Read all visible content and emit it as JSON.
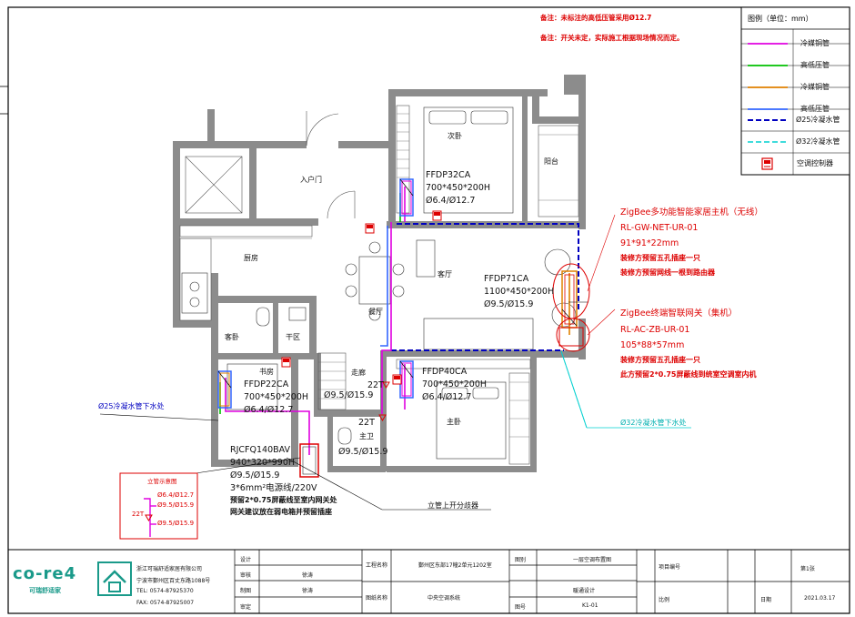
{
  "notes": {
    "line1": "备注：未标注的高低压管采用Ø12.7",
    "line2": "备注：开关未定，实际施工根据现场情况而定。"
  },
  "legend": {
    "title": "图例（单位：mm）",
    "items": [
      {
        "label": "冷媒铜管",
        "color": "#e000e0",
        "style": "solid"
      },
      {
        "label": "高低压管",
        "color": "#00c000",
        "style": "solid"
      },
      {
        "label": "冷媒铜管",
        "color": "#e08000",
        "style": "solid"
      },
      {
        "label": "高低压管",
        "color": "#3366ff",
        "style": "solid"
      },
      {
        "label": "Ø25冷凝水管",
        "color": "#0000c0",
        "style": "dashed"
      },
      {
        "label": "Ø32冷凝水管",
        "color": "#00d0d0",
        "style": "dashed"
      },
      {
        "label": "空调控制器",
        "color": "#d00000",
        "style": "icon"
      }
    ]
  },
  "rooms": {
    "entrance": "入户门",
    "bedroom_top": "次卧",
    "balcony": "阳台",
    "kitchen": "厨房",
    "living": "客厅",
    "dining": "餐厅",
    "guest": "客卧",
    "bath_small": "干区",
    "study": "书房",
    "corridor": "走廊",
    "master": "主卧",
    "master_bath": "主卫"
  },
  "units": {
    "u32": {
      "model": "FFDP32CA",
      "size": "700*450*200H",
      "pipe": "Ø6.4/Ø12.7"
    },
    "u71": {
      "model": "FFDP71CA",
      "size": "1100*450*200H",
      "pipe": "Ø9.5/Ø15.9"
    },
    "u40": {
      "model": "FFDP40CA",
      "size": "700*450*200H",
      "pipe": "Ø6.4/Ø12.7"
    },
    "u22": {
      "model": "FFDP22CA",
      "size": "700*450*200H",
      "pipe": "Ø6.4/Ø12.7"
    }
  },
  "pipe_labels": {
    "a": "Ø9.5/Ø15.9",
    "b": "Ø9.5/Ø15.9",
    "t1": "22T",
    "t2": "22T"
  },
  "outdoor": {
    "model": "RJCFQ140BAV",
    "size": "940*320*990H",
    "pipe": "Ø9.5/Ø15.9",
    "power": "3*6mm²电源线/220V",
    "note1": "预留2*0.75屏蔽线至室内网关处",
    "note2": "网关建议放在弱电箱并预留插座"
  },
  "zigbee1": {
    "title": "ZigBee多功能智能家居主机（无线）",
    "model": "RL-GW-NET-UR-01",
    "size": "91*91*22mm",
    "n1": "装修方预留五孔插座一只",
    "n2": "装修方预留网线一根到路由器"
  },
  "zigbee2": {
    "title": "ZigBee终端智联网关（集机）",
    "model": "RL-AC-ZB-UR-01",
    "size": "105*88*57mm",
    "n1": "装修方预留五孔插座一只",
    "n2": "此方预留2*0.75屏蔽线到统室空调室内机"
  },
  "drain_labels": {
    "d25": "Ø25冷凝水管下水处",
    "d32": "Ø32冷凝水管下水处",
    "riser": "立管上开分歧器"
  },
  "riser_box": {
    "title": "立管示意图",
    "p1": "Ø6.4/Ø12.7",
    "p2": "Ø9.5/Ø15.9",
    "p3": "Ø9.5/Ø15.9",
    "t": "22T"
  },
  "title_block": {
    "company": "浙江可瑞舒适家居有限公司",
    "address": "宁波市鄞州区百丈东路1088号",
    "tel": "TEL: 0574-87925370",
    "fax": "FAX: 0574-87925007",
    "logo_text": "co-re4",
    "logo_sub": "可瑞舒适家",
    "r_design": "设计",
    "r_check": "审核",
    "r_draw": "制图",
    "r_approve": "审定",
    "v_check": "徐涛",
    "v_approve": "徐涛",
    "proj_label": "工程名称",
    "proj_value": "鄞州区东部17幢2单元1202室",
    "dwg_label": "图纸名称",
    "dwg_value": "中央空调系统",
    "sys_label": "图别",
    "sys_value": "暖通设计",
    "scope_value": "一层空调布置图",
    "no_label": "图号",
    "no_value": "K1-01",
    "ver_label": "项目编号",
    "sheet_label": "比例",
    "date_label": "日期",
    "date_value": "2021.03.17",
    "page_label": "第1张"
  }
}
